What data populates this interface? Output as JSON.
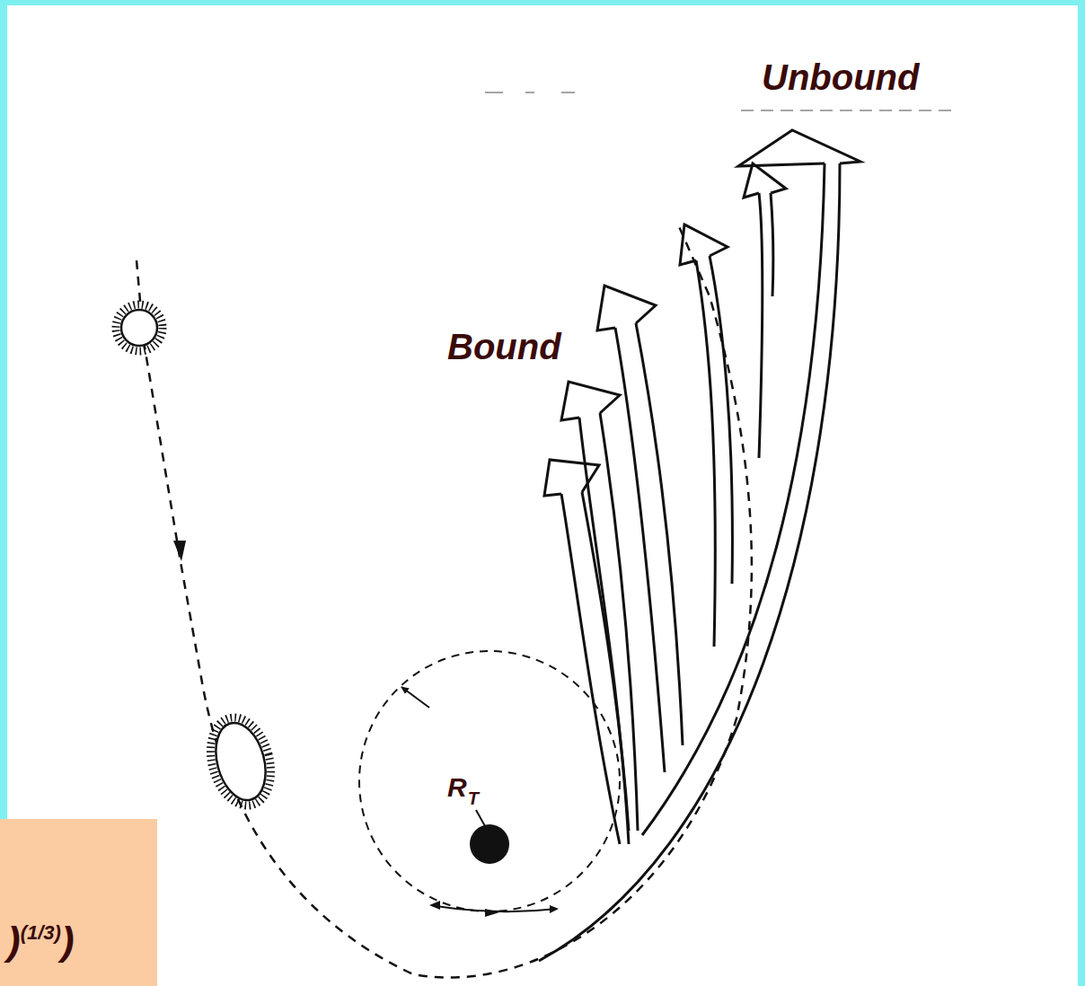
{
  "diagram": {
    "nodes": [
      {
        "text": [
          ")",
          "(1/3)",
          ")"
        ]
      }
    ],
    "labels": [
      "Unbound",
      "Bound",
      "R",
      "T"
    ]
  }
}
